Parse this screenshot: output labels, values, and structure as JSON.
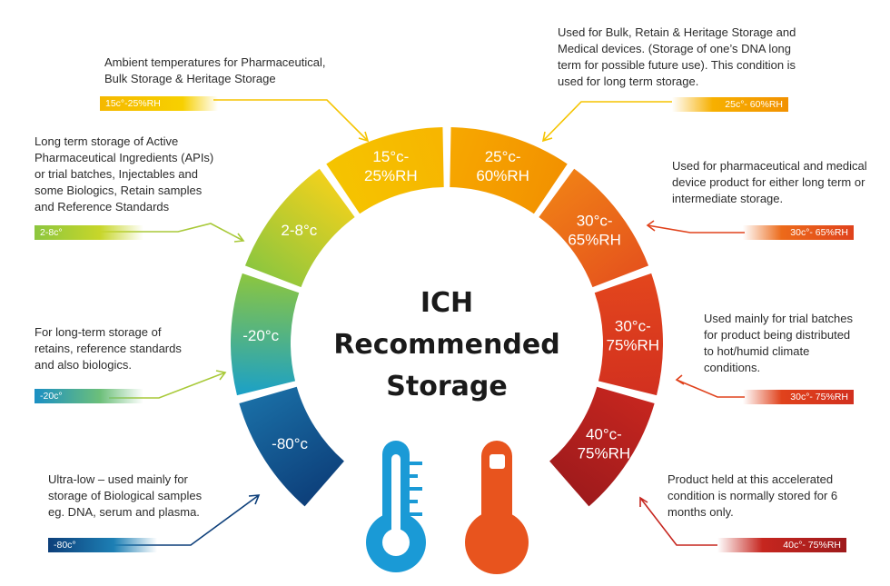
{
  "title_lines": [
    "ICH",
    "Recommended",
    "Storage"
  ],
  "segments": [
    {
      "lines": [
        "-80°c"
      ],
      "color_from": "#0d3f7a",
      "color_to": "#1a6fa6"
    },
    {
      "lines": [
        "-20°c"
      ],
      "color_from": "#1aa0c8",
      "color_to": "#8cc63f"
    },
    {
      "lines": [
        "2-8°c"
      ],
      "color_from": "#8cc63f",
      "color_to": "#f2d11c"
    },
    {
      "lines": [
        "15°c-",
        "25%RH"
      ],
      "color_from": "#f5c400",
      "color_to": "#f7b500"
    },
    {
      "lines": [
        "25°c-",
        "60%RH"
      ],
      "color_from": "#f7a800",
      "color_to": "#f29100"
    },
    {
      "lines": [
        "30°c-",
        "65%RH"
      ],
      "color_from": "#f07f16",
      "color_to": "#e5531d"
    },
    {
      "lines": [
        "30°c-",
        "75%RH"
      ],
      "color_from": "#e3461d",
      "color_to": "#d2301f"
    },
    {
      "lines": [
        "40°c-",
        "75%RH"
      ],
      "color_from": "#c6261f",
      "color_to": "#9e1a1c"
    }
  ],
  "callouts": {
    "c15": {
      "text": "Ambient temperatures for Pharmaceutical, Bulk Storage & Heritage Storage",
      "tag": "15c°-25%RH"
    },
    "c28": {
      "text": "Long term storage of Active Pharmaceutical Ingredients (APIs) or trial batches, Injectables and some Biologics, Retain samples and Reference Standards",
      "tag": "2-8c°"
    },
    "c20": {
      "text": "For long-term storage of retains, reference standards and also biologics.",
      "tag": "-20c°"
    },
    "c80": {
      "text": "Ultra-low – used mainly for storage of Biological samples eg. DNA, serum and plasma.",
      "tag": "-80c°"
    },
    "c25": {
      "text": "Used for Bulk, Retain & Heritage Storage and Medical devices. (Storage of one’s DNA long term for possible future use).  This condition is used for long term storage.",
      "tag": "25c°- 60%RH"
    },
    "c3065": {
      "text": "Used for pharmaceutical and medical device product for either long term or intermediate storage.",
      "tag": "30c°- 65%RH"
    },
    "c3075": {
      "text": "Used mainly for trial batches for product being distributed to hot/humid climate conditions.",
      "tag": "30c°- 75%RH"
    },
    "c40": {
      "text": "Product held at this accelerated condition is normally stored for 6 months only.",
      "tag": "40c°- 75%RH"
    }
  },
  "colors": {
    "cold_thermometer": "#1a9ad6",
    "hot_thermometer": "#e8541e",
    "arrow_yellow": "#f5c400",
    "arrow_green": "#a8c938",
    "arrow_navy": "#0d3f7a",
    "arrow_red": "#e0421c"
  }
}
